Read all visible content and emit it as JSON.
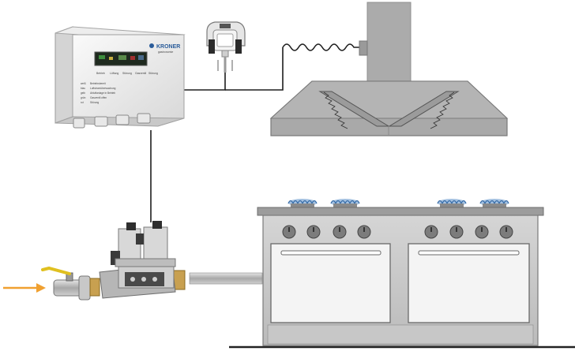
{
  "controller": {
    "brand": "KRONER",
    "brand_sub": "gastronomie",
    "leds": [
      {
        "label": "Betrieb"
      },
      {
        "label": "Lüftung"
      },
      {
        "label": "Störung"
      },
      {
        "label": "Gasventil"
      },
      {
        "label": "Störung"
      }
    ],
    "legend": [
      {
        "color": "weiß",
        "text": "Betriebsbereit"
      },
      {
        "color": "blau",
        "text": "Luftstromüberwachung"
      },
      {
        "color": "gelb",
        "text": "Abluftanlage in Betrieb"
      },
      {
        "color": "grün",
        "text": "Gasventil offen"
      },
      {
        "color": "rot",
        "text": "Störung"
      }
    ]
  },
  "colors": {
    "metal": "#bdbdbd",
    "metal_dark": "#8c8c8c",
    "hood": "#a9a9a9",
    "flow_arrow": "#f0a030",
    "brass": "#c8a050",
    "flame": "#5b8fc9",
    "knob": "#777777"
  },
  "stove": {
    "knob_count": 8,
    "burner_count": 4
  }
}
